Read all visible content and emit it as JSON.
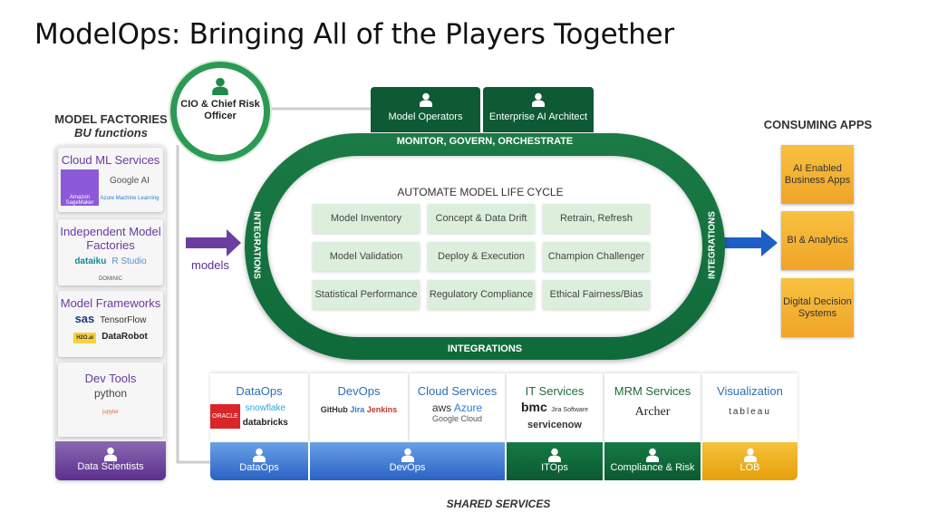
{
  "title": "ModelOps: Bringing All of the Players Together",
  "left": {
    "header": "MODEL FACTORIES",
    "subheader": "BU functions",
    "cards": [
      {
        "title": "Cloud ML Services",
        "logos": [
          "Amazon SageMaker",
          "Google AI",
          "Azure Machine Learning"
        ]
      },
      {
        "title": "Independent Model Factories",
        "logos": [
          "dataiku",
          "R Studio",
          "DOMINIC"
        ]
      },
      {
        "title": "Model Frameworks",
        "logos": [
          "sas",
          "TensorFlow",
          "H2O.ai",
          "DataRobot"
        ]
      },
      {
        "title": "Dev Tools",
        "logos": [
          "python",
          "jupyter"
        ]
      }
    ],
    "role": "Data Scientists"
  },
  "cio": "CIO & Chief Risk Officer",
  "top_roles": [
    "Model Operators",
    "Enterprise  AI Architect"
  ],
  "track": {
    "top": "MONITOR, GOVERN, ORCHESTRATE",
    "bottom": "INTEGRATIONS",
    "left": "INTEGRATIONS",
    "right": "INTEGRATIONS",
    "center_title": "AUTOMATE MODEL LIFE CYCLE",
    "cells": [
      "Model Inventory",
      "Concept & Data Drift",
      "Retrain, Refresh",
      "Model Validation",
      "Deploy & Execution",
      "Champion Challenger",
      "Statistical Performance",
      "Regulatory Compliance",
      "Ethical Fairness/Bias"
    ]
  },
  "models_label": "models",
  "right": {
    "header": "CONSUMING APPS",
    "apps": [
      "AI Enabled Business Apps",
      "BI & Analytics",
      "Digital Decision Systems"
    ]
  },
  "services": [
    {
      "title": "DataOps",
      "logos": [
        "ORACLE",
        "snowflake",
        "databricks"
      ]
    },
    {
      "title": "DevOps",
      "logos": [
        "GitHub",
        "Jira",
        "Jenkins"
      ]
    },
    {
      "title": "Cloud Services",
      "logos": [
        "aws",
        "Azure",
        "Google Cloud"
      ]
    },
    {
      "title": "IT Services",
      "logos": [
        "bmc",
        "Jira Software",
        "servicenow"
      ]
    },
    {
      "title": "MRM Services",
      "logos": [
        "Archer"
      ]
    },
    {
      "title": "Visualization",
      "logos": [
        "tableau"
      ]
    }
  ],
  "ops_roles": [
    "DataOps",
    "DevOps",
    "ITOps",
    "Compliance & Risk",
    "LOB"
  ],
  "footer": "SHARED SERVICES",
  "colors": {
    "green": "#0d6b3c",
    "purple": "#6b3fa0",
    "blue": "#2f6fc4",
    "orange": "#f4b034",
    "gold": "#e8a90f"
  }
}
